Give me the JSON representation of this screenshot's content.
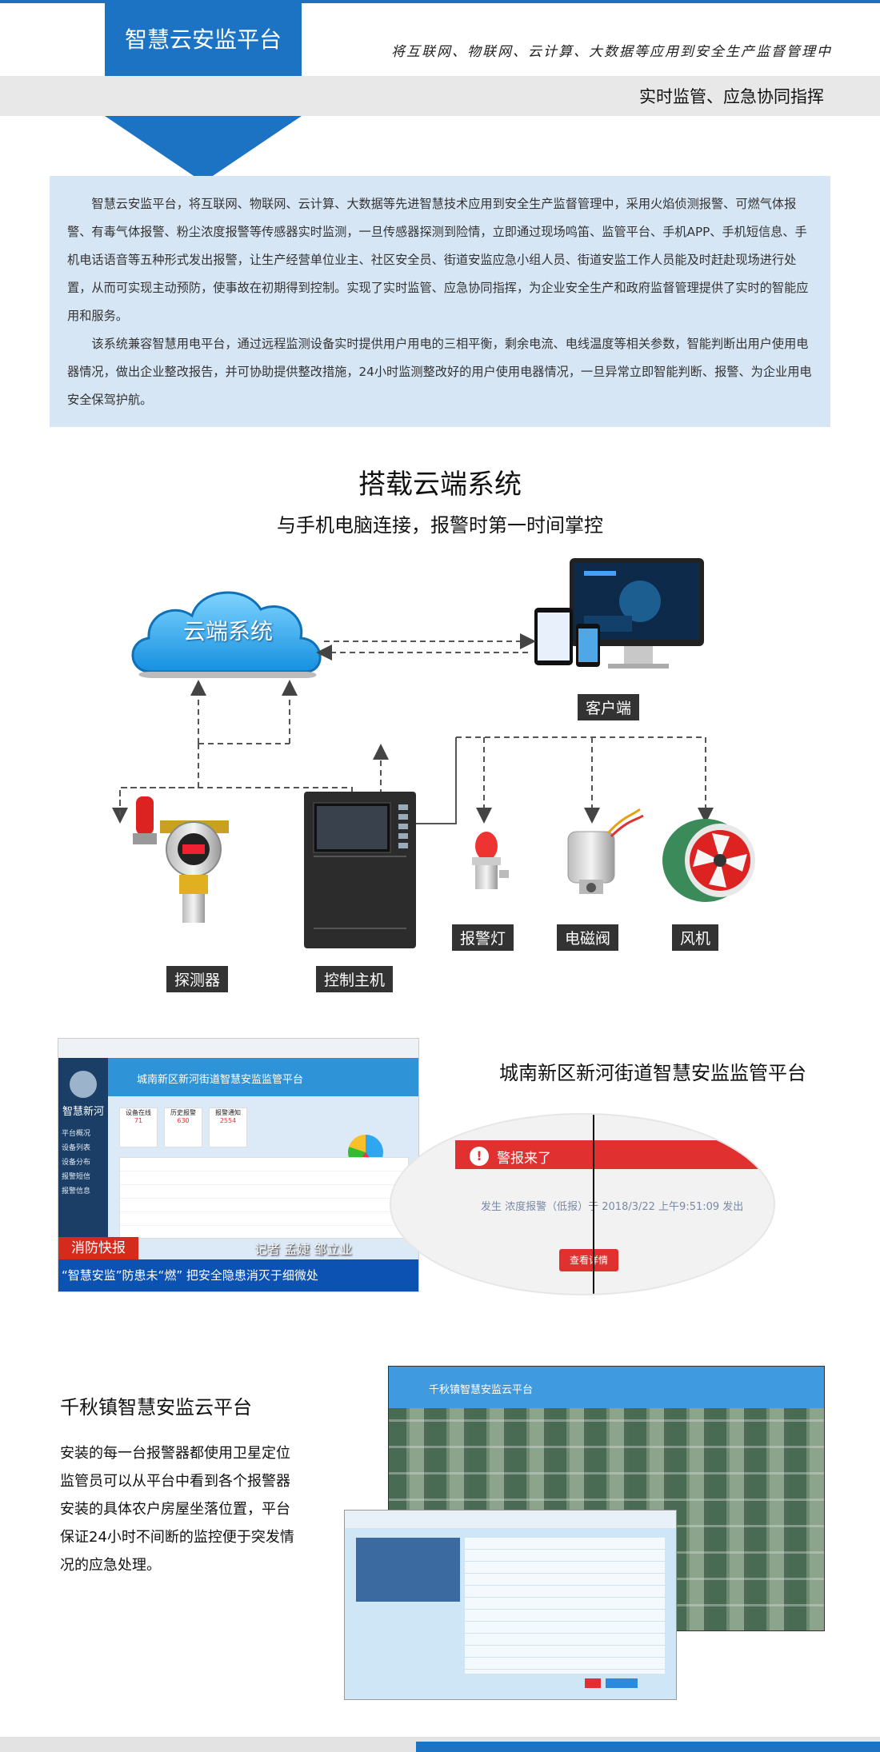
{
  "header": {
    "title": "智慧云安监平台",
    "slogan": "将互联网、物联网、云计算、大数据等应用到安全生产监督管理中",
    "subtitle": "实时监管、应急协同指挥"
  },
  "intro": {
    "p1": "智慧云安监平台，将互联网、物联网、云计算、大数据等先进智慧技术应用到安全生产监督管理中，采用火焰侦测报警、可燃气体报警、有毒气体报警、粉尘浓度报警等传感器实时监测，一旦传感器探测到险情，立即通过现场鸣笛、监管平台、手机APP、手机短信息、手机电话语音等五种形式发出报警，让生产经营单位业主、社区安全员、街道安监应急小组人员、街道安监工作人员能及时赶赴现场进行处置，从而可实现主动预防，使事故在初期得到控制。实现了实时监管、应急协同指挥，为企业安全生产和政府监督管理提供了实时的智能应用和服务。",
    "p2": "该系统兼容智慧用电平台，通过远程监测设备实时提供用户用电的三相平衡，剩余电流、电线温度等相关参数，智能判断出用户使用电器情况，做出企业整改报告，并可协助提供整改措施，24小时监测整改好的用户使用电器情况，一旦异常立即智能判断、报警、为企业用电安全保驾护航。"
  },
  "cloud_section": {
    "title": "搭载云端系统",
    "subtitle": "与手机电脑连接，报警时第一时间掌控",
    "cloud_label": "云端系统",
    "labels": {
      "client": "客户端",
      "detector": "探测器",
      "controller": "控制主机",
      "alarm_light": "报警灯",
      "valve": "电磁阀",
      "fan": "风机"
    }
  },
  "news_section": {
    "title": "城南新区新河街道智慧安监监管平台",
    "screen_title": "城南新区新河街道智慧安监监管平台",
    "brand": "智慧新河",
    "stats": [
      {
        "label": "设备在线",
        "value": "71"
      },
      {
        "label": "历史报警",
        "value": "630"
      },
      {
        "label": "报警通知",
        "value": "2554"
      }
    ],
    "menu": [
      "平台概况",
      "设备列表",
      "设备分布",
      "报警短信",
      "报警信息"
    ],
    "banner_red": "消防快报",
    "reporter": "记者 孟婕 邹立业",
    "headline": "“智慧安监”防患未“燃” 把安全隐患消灭于细微处",
    "alert_title": "警报来了",
    "alert_text": "发生 浓度报警（低报）于 2018/3/22 上午9:51:09 发出",
    "alert_button": "查看详情"
  },
  "qianqiu_section": {
    "title": "千秋镇智慧安监云平台",
    "description": "安装的每一台报警器都使用卫星定位监管员可以从平台中看到各个报警器安装的具体农户房屋坐落位置，平台保证24小时不间断的监控便于突发情况的应急处理。",
    "screen_title": "千秋镇智慧安监云平台"
  },
  "colors": {
    "brand_blue": "#1c73c4",
    "intro_bg": "#d7e6f4",
    "label_bg": "#333333",
    "alarm_red": "#e03030"
  }
}
